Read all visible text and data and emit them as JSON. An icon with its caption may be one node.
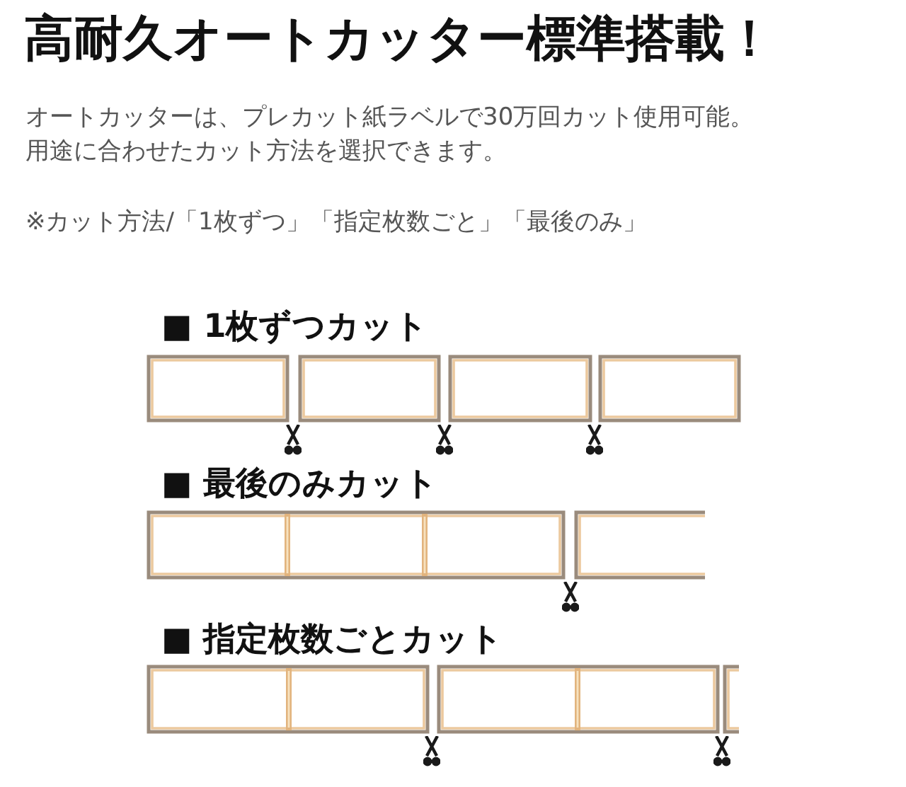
{
  "diagram": {
    "title": "高耐久オートカッター標準搭載！",
    "labels": [
      "オートカッターは、プレカット紙ラベルで30万回カット使用可能。用途に合わせたカット方法を選択できます。",
      "※カット方法/「1枚ずつ」「指定枚数ごと」「最後のみ」",
      "■ 1枚ずつカット",
      "■ 最後のみカット",
      "■ 指定枚数ごとカット"
    ]
  }
}
